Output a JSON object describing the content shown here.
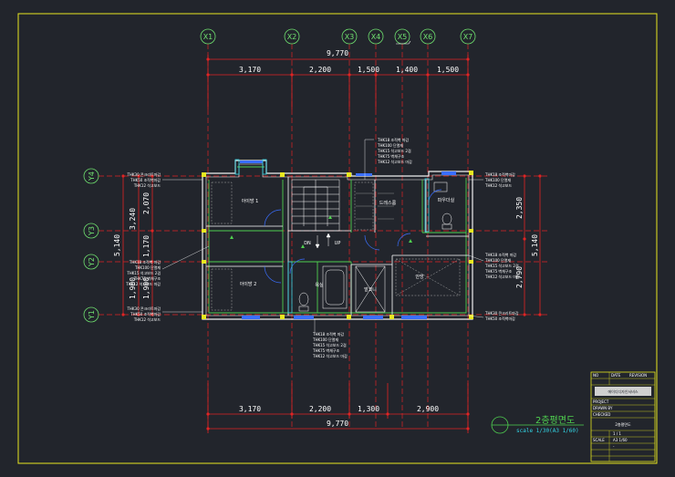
{
  "drawing": {
    "title": "2층평면도",
    "scale": "scale 1/30(A3 1/60)"
  },
  "grid": {
    "x_axes": [
      "X1",
      "X2",
      "X3",
      "X4",
      "X5",
      "X6",
      "X7"
    ],
    "y_axes": [
      "Y4",
      "Y3",
      "Y2",
      "Y1"
    ]
  },
  "dimensions": {
    "top_total": "9,770",
    "top_segments": [
      "3,170",
      "2,200",
      "1,500",
      "1,400",
      "1,500"
    ],
    "bottom_total": "9,770",
    "bottom_segments": [
      "3,170",
      "2,200",
      "1,300",
      "2,900"
    ],
    "left_outer": "5,140",
    "left_mid": [
      "3,240",
      "1,900"
    ],
    "left_inner": [
      "2,070",
      "1,170",
      "1,900"
    ],
    "right_outer": "5,140",
    "right_inner": [
      "2,350",
      "2,790"
    ]
  },
  "rooms": [
    "아이방 1",
    "아이방 2",
    "드레스룸",
    "안방",
    "욕실",
    "파우더실",
    "DN",
    "UP",
    "발코니"
  ],
  "annotations": {
    "top_center": [
      "THK18 조적벽 마감",
      "THK100 단열재",
      "THK15 석고보드 2겹",
      "THK75 벽체구조",
      "THK12 석고보드 마감"
    ],
    "left_upper": [
      "THK30 콘크리트마감",
      "THK50 조적벽마감",
      "THK12 석고보드"
    ],
    "left_middle": [
      "THK18 조적벽 마감",
      "THK100 단열재",
      "THK15 석고보드 2겹",
      "THK75 벽체구조",
      "THK12 석고보드 마감"
    ],
    "left_lower": [
      "THK30 콘크리트마감",
      "THK50 조적벽마감",
      "THK12 석고보드"
    ],
    "right_upper": [
      "THK18 조적벽마감",
      "THK100 단열재",
      "THK12 석고보드"
    ],
    "right_middle": [
      "THK18 조적벽 마감",
      "THK100 단열재",
      "THK15 석고보드 2겹",
      "THK75 벽체구조",
      "THK12 석고보드 마감"
    ],
    "right_lower": [
      "THK30 콘크리트마감",
      "THK50 조적벽마감"
    ],
    "bottom_center": [
      "THK18 조적벽 마감",
      "THK100 단열재",
      "THK15 석고보드 2겹",
      "THK75 벽체구조",
      "THK12 석고보드 마감"
    ]
  },
  "title_block": {
    "company": "에이디디자인서비스",
    "rows": [
      "NO",
      "DATE",
      "REVISION",
      "PROJECT",
      "DRAWN BY",
      "CHECKED",
      "SCALE"
    ],
    "sheet_title": "2층평면도",
    "values": [
      "1 / 1",
      "A3 1/60",
      "-"
    ]
  }
}
